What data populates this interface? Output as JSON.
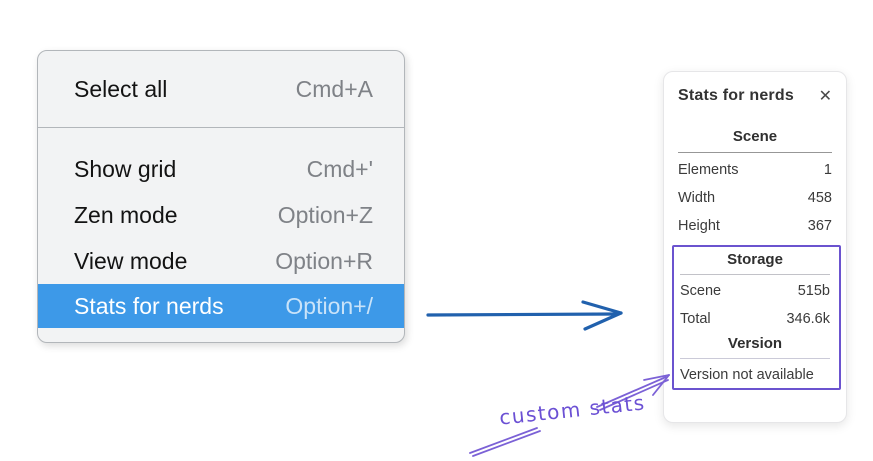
{
  "context_menu": {
    "items": [
      {
        "label": "Select all",
        "shortcut": "Cmd+A",
        "highlighted": false
      },
      {
        "label": "Show grid",
        "shortcut": "Cmd+'",
        "highlighted": false
      },
      {
        "label": "Zen mode",
        "shortcut": "Option+Z",
        "highlighted": false
      },
      {
        "label": "View mode",
        "shortcut": "Option+R",
        "highlighted": false
      },
      {
        "label": "Stats for nerds",
        "shortcut": "Option+/",
        "highlighted": true
      }
    ],
    "highlight_color": "#3d99e8"
  },
  "stats_panel": {
    "title": "Stats for nerds",
    "close_icon": "✕",
    "sections": [
      {
        "header": "Scene",
        "rows": [
          {
            "label": "Elements",
            "value": "1"
          },
          {
            "label": "Width",
            "value": "458"
          },
          {
            "label": "Height",
            "value": "367"
          }
        ]
      },
      {
        "header": "Storage",
        "rows": [
          {
            "label": "Scene",
            "value": "515b"
          },
          {
            "label": "Total",
            "value": "346.6k"
          }
        ]
      },
      {
        "header": "Version",
        "note": "Version not available"
      }
    ]
  },
  "annotation": {
    "label": "custom stats",
    "color": "#6b50d4",
    "box_color": "#6b53cf"
  },
  "arrow": {
    "color": "#2161ad"
  }
}
